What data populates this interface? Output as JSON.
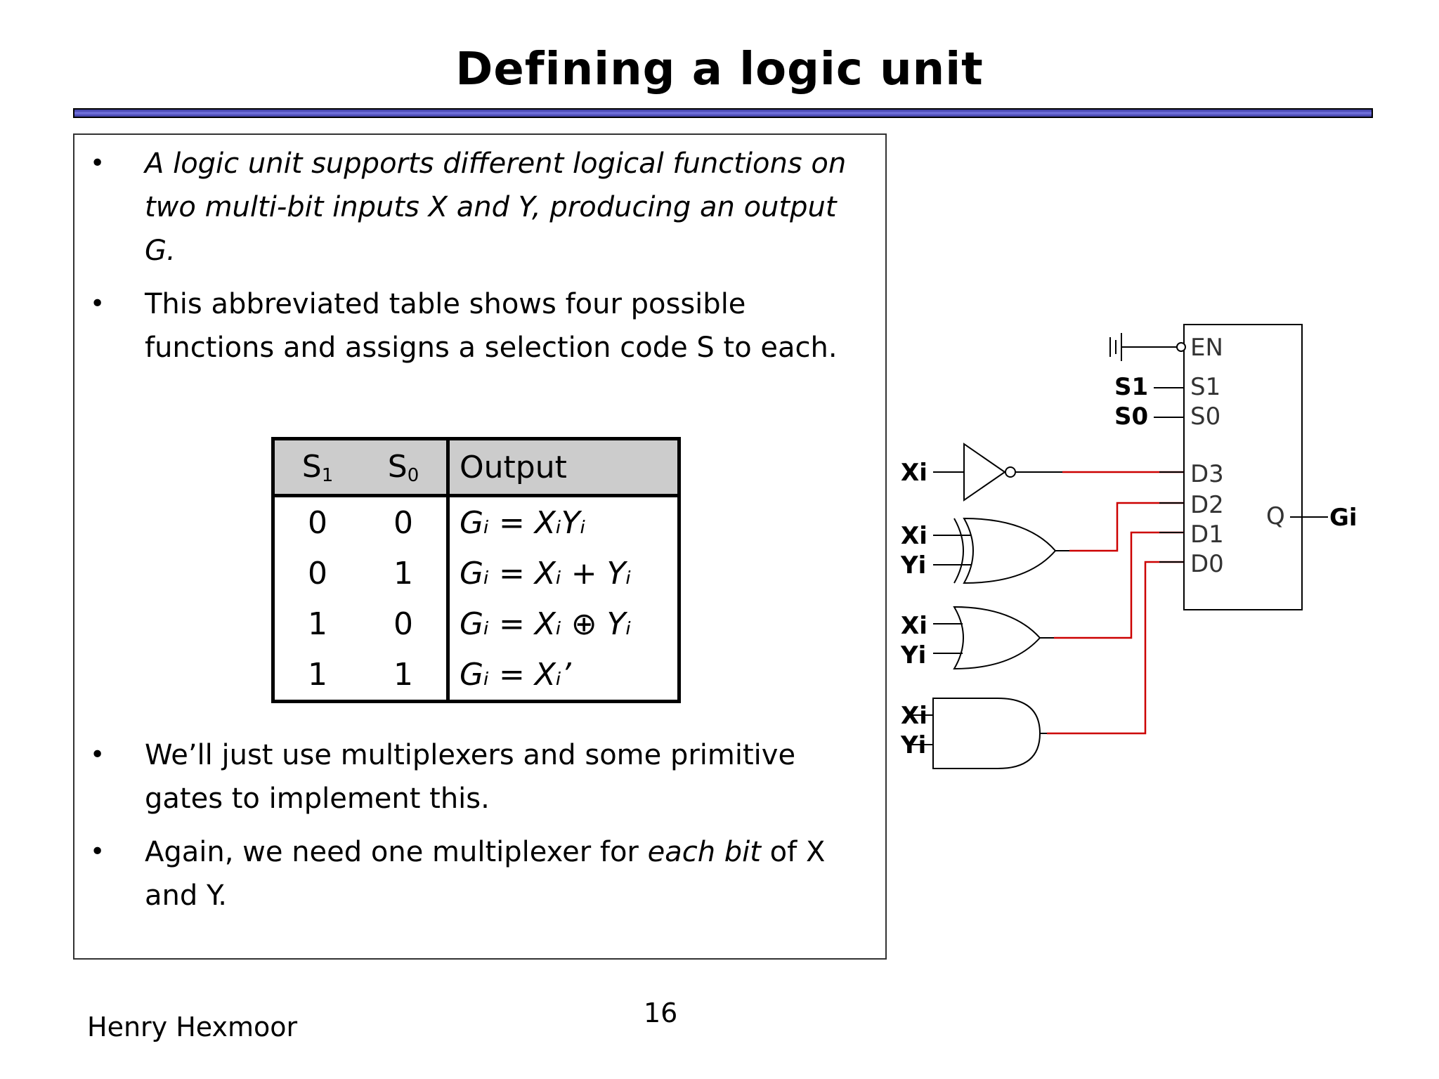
{
  "slide": {
    "title": "Defining a logic unit",
    "bullets": [
      "A logic unit supports different logical functions on two multi-bit inputs X and Y, producing an output G.",
      "This abbreviated table shows four possible functions and assigns a selection code S to each.",
      "We’ll just use multiplexers and some primitive gates to implement this.",
      {
        "pre": "Again, we need one multiplexer for ",
        "emph1": "each",
        "mid": " ",
        "emph2": "bit",
        "post": " of X and Y."
      }
    ],
    "footer_name": "Henry Hexmoor",
    "page_number": "16"
  },
  "table": {
    "headers": {
      "s1": "S",
      "s1_sub": "1",
      "s0": "S",
      "s0_sub": "0",
      "output": "Output"
    },
    "rows": [
      {
        "s1": "0",
        "s0": "0",
        "output": "Gᵢ = XᵢYᵢ"
      },
      {
        "s1": "0",
        "s0": "1",
        "output": "Gᵢ = Xᵢ + Yᵢ"
      },
      {
        "s1": "1",
        "s0": "0",
        "output": "Gᵢ = Xᵢ ⊕ Yᵢ"
      },
      {
        "s1": "1",
        "s0": "1",
        "output": "Gᵢ = Xᵢ’"
      }
    ]
  },
  "circuit": {
    "mux_labels": [
      "EN",
      "S1",
      "S0",
      "D3",
      "D2",
      "D1",
      "D0",
      "Q"
    ],
    "select_labels": [
      "S1",
      "S0"
    ],
    "input_x": "Xi",
    "input_y": "Yi",
    "output": "Gi",
    "wire_color": "#cc0000"
  }
}
